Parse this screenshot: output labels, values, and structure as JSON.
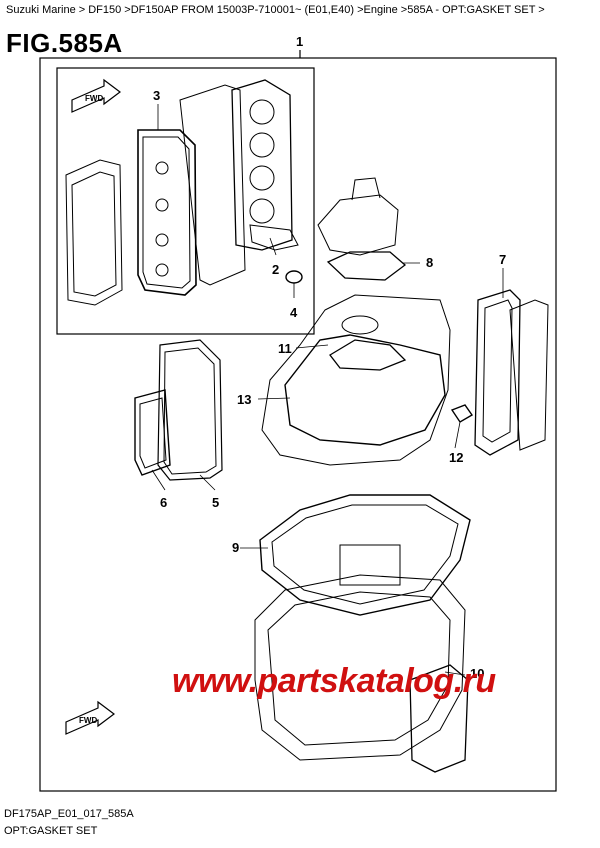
{
  "breadcrumb": "Suzuki Marine > DF150 >DF150AP FROM 15003P-710001~ (E01,E40) >Engine >585A - OPT:GASKET SET >",
  "figure": {
    "title": "FIG.585A"
  },
  "fwd_labels": {
    "top": "FWD",
    "bottom": "FWD"
  },
  "callouts": [
    "1",
    "2",
    "3",
    "4",
    "5",
    "6",
    "7",
    "8",
    "9",
    "10",
    "11",
    "12",
    "13"
  ],
  "footer": {
    "code": "DF175AP_E01_017_585A",
    "name": "OPT:GASKET SET"
  },
  "watermark": "www.partskatalog.ru",
  "colors": {
    "line": "#000000",
    "watermark": "#d01010"
  }
}
